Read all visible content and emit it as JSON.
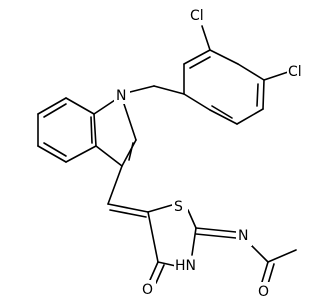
{
  "atoms": {
    "cl_ortho": "Cl",
    "cl_para": "Cl",
    "n_indole": "N",
    "s_ring": "S",
    "nh_ring": "HN",
    "o_ring": "O",
    "n_imine": "N",
    "o_acetyl": "O"
  }
}
